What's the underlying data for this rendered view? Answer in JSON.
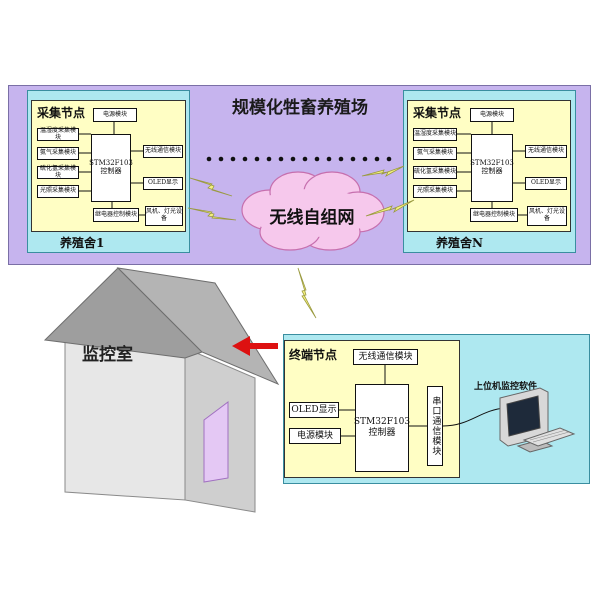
{
  "farm": {
    "title": "规模化牲畜养殖场"
  },
  "collection_node": {
    "title": "采集节点",
    "modules": {
      "power": "电源模块",
      "temp_humidity": "温湿度采集模块",
      "ammonia": "氨气采集模块",
      "h2s": "硫化氢采集模块",
      "light": "光照采集模块",
      "mcu": "STM32F103控制器",
      "wireless": "无线通信模块",
      "oled": "OLED显示",
      "relay": "继电器控制模块",
      "devices": "风机、灯光设备"
    }
  },
  "houses": [
    {
      "label": "养殖舍1"
    },
    {
      "label": "养殖舍N"
    }
  ],
  "network": {
    "label": "无线自组网",
    "ellipsis": "•••••••••••••••••"
  },
  "terminal_node": {
    "title": "终端节点",
    "modules": {
      "wireless": "无线通信模块",
      "oled": "OLED显示",
      "mcu": "STM32F103控制器",
      "power": "电源模块",
      "serial": "串口通信模块"
    }
  },
  "pc": {
    "label": "上位机监控软件"
  },
  "monitor_room": {
    "label": "监控室"
  },
  "colors": {
    "farm_bg": "#c6b4ee",
    "house_bg": "#aee8f0",
    "node_bg": "#fffec4",
    "cloud": "#f6c8ec",
    "lightning": "#f4f080",
    "arrow": "#dd1111",
    "door": "#e4c8f4"
  }
}
